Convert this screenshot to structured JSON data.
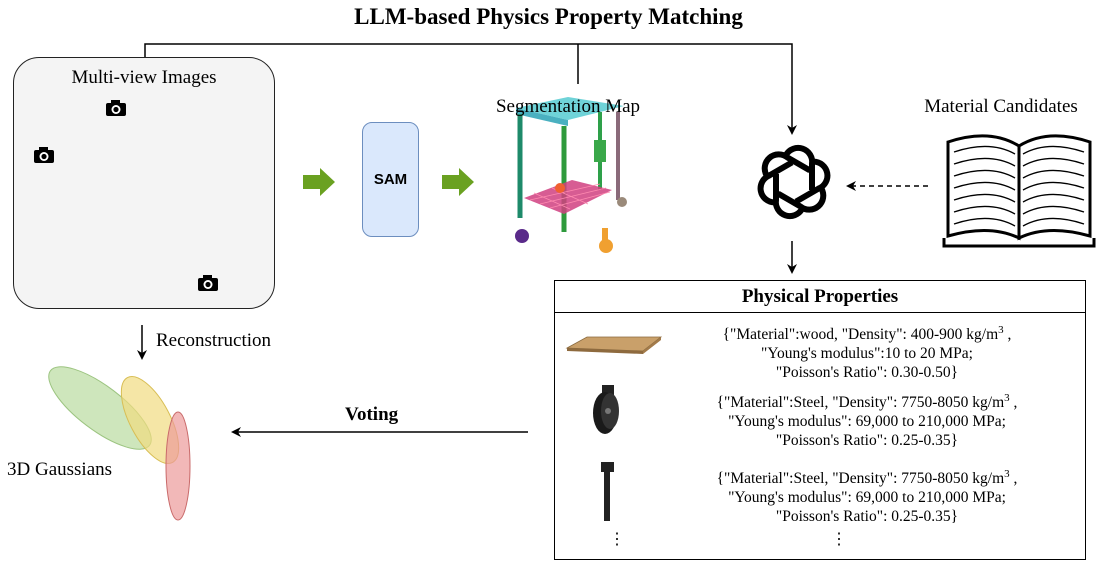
{
  "title": "LLM-based Physics Property Matching",
  "multiview": {
    "label": "Multi-view Images"
  },
  "sam": {
    "label": "SAM"
  },
  "segmentation": {
    "label": "Segmentation Map"
  },
  "materials": {
    "label": "Material Candidates"
  },
  "reconstruction": {
    "label": "Reconstruction"
  },
  "gaussians": {
    "label": "3D Gaussians"
  },
  "voting": {
    "label": "Voting"
  },
  "physical_properties": {
    "title": "Physical Properties",
    "entries": [
      {
        "line1": "{\"Material\":wood,  \"Density\": 400-900 kg/m",
        "sup": "3",
        "line1_end": " ,",
        "line2": "\"Young's modulus\":10 to 20 MPa;",
        "line3": "\"Poisson's Ratio\": 0.30-0.50}"
      },
      {
        "line1": "{\"Material\":Steel,  \"Density\": 7750-8050 kg/m",
        "sup": "3",
        "line1_end": " ,",
        "line2": "\"Young's modulus\": 69,000 to 210,000 MPa;",
        "line3": "\"Poisson's Ratio\": 0.25-0.35}"
      },
      {
        "line1": "{\"Material\":Steel,  \"Density\": 7750-8050 kg/m",
        "sup": "3",
        "line1_end": " ,",
        "line2": "\"Young's modulus\": 69,000 to 210,000 MPa;",
        "line3": "\"Poisson's Ratio\": 0.25-0.35}"
      }
    ],
    "ellipsis": "⋮"
  },
  "colors": {
    "green_arrow": "#6aa121",
    "sam_fill": "#dae8fc",
    "sam_border": "#6c8ebf",
    "panel_bg": "#f4f4f4",
    "gaussian_green": "#b9dca0",
    "gaussian_yellow": "#f1dc80",
    "gaussian_red": "#ec9a9a"
  },
  "icons": [
    "camera-icon",
    "openai-logo-icon",
    "book-icon"
  ]
}
